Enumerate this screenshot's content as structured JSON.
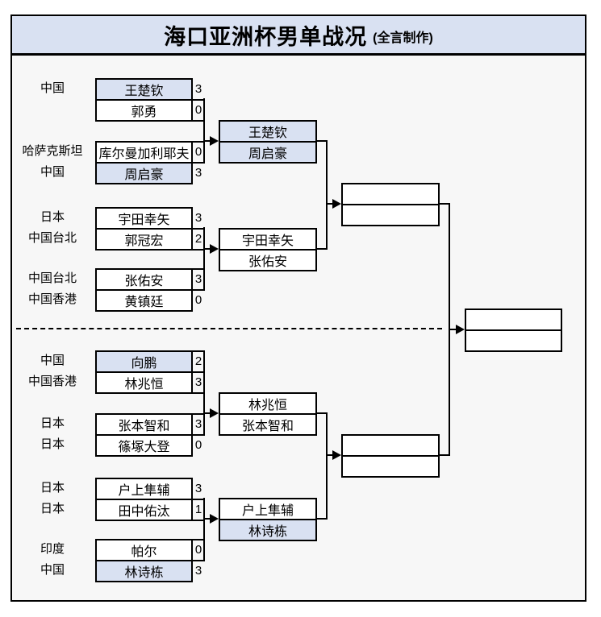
{
  "title": {
    "main": "海口亚洲杯男单战况",
    "credit": "(全言制作)"
  },
  "colors": {
    "highlight": "#d9e1f2",
    "canvas_bg": "#f7f7f7",
    "line": "#000000"
  },
  "bracket": {
    "round1": [
      {
        "country": "中国",
        "name": "王楚钦",
        "score": "3",
        "highlight": true,
        "score_boxed": false
      },
      {
        "country": "",
        "name": "郭勇",
        "score": "0",
        "highlight": false,
        "score_boxed": true
      },
      {
        "country": "哈萨克斯坦",
        "name": "库尔曼加利耶夫",
        "score": "0",
        "highlight": false,
        "score_boxed": true
      },
      {
        "country": "中国",
        "name": "周启豪",
        "score": "3",
        "highlight": true,
        "score_boxed": false
      },
      {
        "country": "日本",
        "name": "宇田幸矢",
        "score": "3",
        "highlight": false,
        "score_boxed": false
      },
      {
        "country": "中国台北",
        "name": "郭冠宏",
        "score": "2",
        "highlight": false,
        "score_boxed": true
      },
      {
        "country": "中国台北",
        "name": "张佑安",
        "score": "3",
        "highlight": false,
        "score_boxed": true
      },
      {
        "country": "中国香港",
        "name": "黄镇廷",
        "score": "0",
        "highlight": false,
        "score_boxed": false
      },
      {
        "country": "中国",
        "name": "向鹏",
        "score": "2",
        "highlight": true,
        "score_boxed": true
      },
      {
        "country": "中国香港",
        "name": "林兆恒",
        "score": "3",
        "highlight": false,
        "score_boxed": true
      },
      {
        "country": "日本",
        "name": "张本智和",
        "score": "3",
        "highlight": false,
        "score_boxed": true
      },
      {
        "country": "日本",
        "name": "篠塚大登",
        "score": "0",
        "highlight": false,
        "score_boxed": false
      },
      {
        "country": "日本",
        "name": "户上隼辅",
        "score": "3",
        "highlight": false,
        "score_boxed": false
      },
      {
        "country": "日本",
        "name": "田中佑汰",
        "score": "1",
        "highlight": false,
        "score_boxed": true
      },
      {
        "country": "印度",
        "name": "帕尔",
        "score": "0",
        "highlight": false,
        "score_boxed": true
      },
      {
        "country": "中国",
        "name": "林诗栋",
        "score": "3",
        "highlight": true,
        "score_boxed": false
      }
    ],
    "round2": [
      {
        "cells": [
          {
            "name": "王楚钦",
            "highlight": true
          },
          {
            "name": "周启豪",
            "highlight": true
          }
        ]
      },
      {
        "cells": [
          {
            "name": "宇田幸矢",
            "highlight": false
          },
          {
            "name": "张佑安",
            "highlight": false
          }
        ]
      },
      {
        "cells": [
          {
            "name": "林兆恒",
            "highlight": false
          },
          {
            "name": "张本智和",
            "highlight": false
          }
        ]
      },
      {
        "cells": [
          {
            "name": "户上隼辅",
            "highlight": false
          },
          {
            "name": "林诗栋",
            "highlight": true
          }
        ]
      }
    ],
    "semifinals": [
      {
        "cells": [
          {
            "name": "",
            "highlight": false
          },
          {
            "name": "",
            "highlight": false
          }
        ]
      },
      {
        "cells": [
          {
            "name": "",
            "highlight": false
          },
          {
            "name": "",
            "highlight": false
          }
        ]
      }
    ],
    "final": {
      "cells": [
        {
          "name": "",
          "highlight": false
        },
        {
          "name": "",
          "highlight": false
        }
      ]
    }
  }
}
